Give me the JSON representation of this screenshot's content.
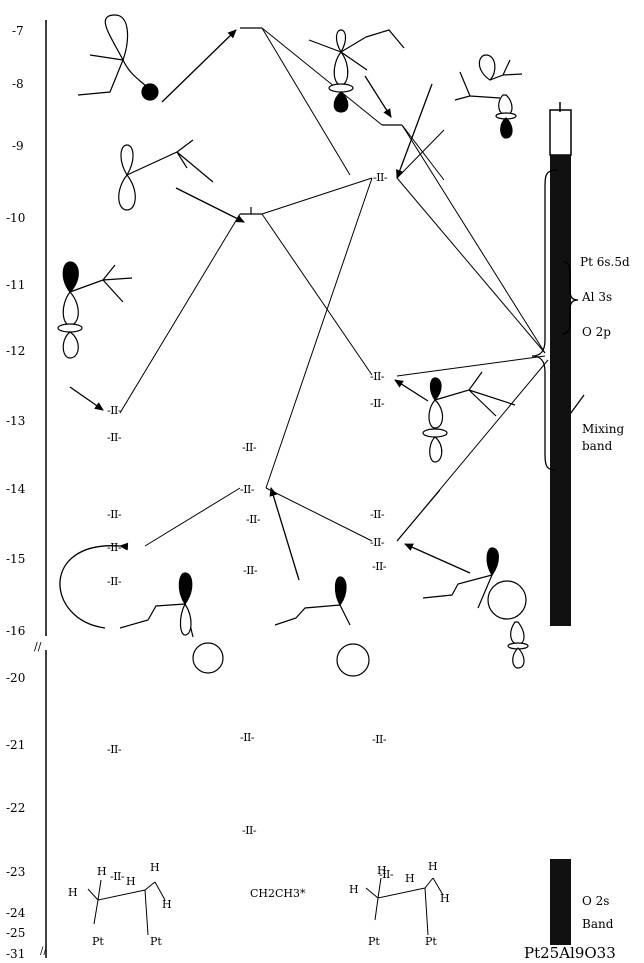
{
  "axis": {
    "upper_ticks": [
      "-7",
      "-8",
      "-9",
      "-10",
      "-11",
      "-12",
      "-13",
      "-14",
      "-15",
      "-16"
    ],
    "lower_ticks": [
      "-20",
      "-21",
      "-22",
      "-23",
      "-24",
      "-25",
      "-31"
    ]
  },
  "level_mark": "-II-",
  "band_labels": {
    "pt_6s5d": "Pt 6s.5d",
    "al_3s": "Al 3s",
    "o_2p": "O 2p",
    "mixing_band": "Mixing\nband",
    "o_2s_band": "O 2s\nBand",
    "surface": "Pt25Al9O33"
  },
  "molecules": {
    "left": {
      "atoms": [
        "H",
        "H",
        "H",
        "H",
        "H"
      ],
      "metals": [
        "Pt",
        "Pt"
      ]
    },
    "center": "CH2CH3*",
    "right": {
      "atoms": [
        "H",
        "H",
        "H",
        "H",
        "H"
      ],
      "metals": [
        "Pt",
        "Pt"
      ]
    }
  },
  "colors": {
    "ink": "#000000",
    "band": "#111111",
    "paper": "#ffffff"
  }
}
